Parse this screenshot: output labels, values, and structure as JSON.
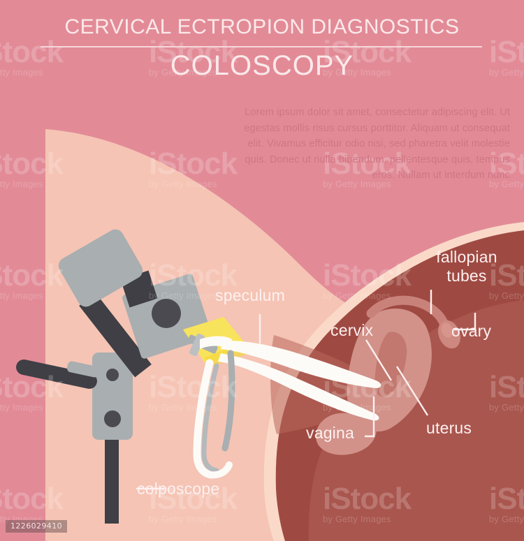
{
  "header": {
    "title": "CERVICAL ECTROPION DIAGNOSTICS",
    "subtitle": "COLOSCOPY"
  },
  "body_text": {
    "paragraph": "Lorem ipsum dolor sit amet, consectetur adipiscing elit. Ut egestas mollis risus cursus porttitor. Aliquam ut consequat elit. Vivamus efficitur odio nisi, sed pharetra velit molestie quis. Donec ut nulla bibendum, pellentesque quis, tempus eros. Nullam ut interdum nunc"
  },
  "labels": {
    "speculum": "speculum",
    "colposcope": "colposcope",
    "fallopian_tubes": "fallopian\ntubes",
    "cervix": "cervix",
    "ovary": "ovary",
    "uterus": "uterus",
    "vagina": "vagina"
  },
  "watermark": {
    "brand": "iStock",
    "credit": "by Getty Images",
    "asset_id": "1226029410"
  },
  "colors": {
    "background_pink": "#e28b97",
    "skin_light": "#f5c4b4",
    "organ_maroon": "#9e4a42",
    "organ_maroon_light": "#a9564e",
    "uterus_body": "#d29289",
    "cream_rim": "#fad9c8",
    "instrument_gray": "#a9aeb0",
    "instrument_dark": "#45454a",
    "speculum_yellow": "#f8e35c",
    "speculum_white": "#fdfbf7",
    "label_text": "#fdf0f0",
    "paragraph_text": "#cf7684"
  }
}
